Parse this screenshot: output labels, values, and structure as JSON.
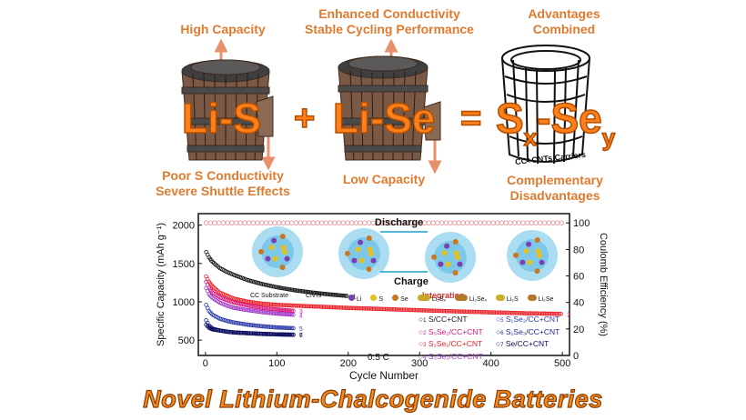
{
  "top_labels": {
    "high_capacity": "High Capacity",
    "enhanced_line1": "Enhanced Conductivity",
    "enhanced_line2": "Stable Cycling Performance",
    "advantages_line1": "Advantages",
    "advantages_line2": "Combined",
    "poor_line1": "Poor S Conductivity",
    "poor_line2": "Severe Shuttle Effects",
    "low_capacity": "Low Capacity",
    "complementary_line1": "Complementary",
    "complementary_line2": "Disadvantages"
  },
  "equation": {
    "term1": "Li-S",
    "plus": "+",
    "term2": "Li-Se",
    "equals": "=",
    "term3_base": "S",
    "term3_sub_x": "x",
    "term3_dash": "-Se",
    "term3_sub_y": "y",
    "carrier_label": "CC+CNTs Carriers"
  },
  "chart_data": {
    "type": "scatter",
    "xlabel": "Cycle Number",
    "ylabel_left": "Specific Capacity (mAh g⁻¹)",
    "ylabel_right": "Coulomb Efficiency (%)",
    "x_ticks": [
      "0",
      "100",
      "200",
      "300",
      "400",
      "500"
    ],
    "y_left_ticks": [
      "500",
      "1000",
      "1500",
      "2000"
    ],
    "y_right_ticks": [
      "0",
      "20",
      "40",
      "60",
      "80",
      "100"
    ],
    "xlim": [
      -10,
      510
    ],
    "ylim_left": [
      300,
      2150
    ],
    "ylim_right": [
      0,
      107
    ],
    "rate_label": "0.5 C",
    "discharge_label": "Discharge",
    "charge_label": "Charge",
    "integration_label": "Integration",
    "substrate_label": "CC Substrate",
    "cnts_label": "CNTs",
    "species_legend": [
      "Li",
      "S",
      "Se",
      "Li₂Sₓ",
      "Li₂Seₓ",
      "Li₂S",
      "Li₂Se"
    ],
    "series": [
      {
        "name": "S/CC+CNT",
        "marker": "1",
        "color": "#1a1a1a",
        "x": [
          1,
          5,
          10,
          20,
          30,
          40,
          60,
          80,
          100,
          125,
          150,
          175,
          200
        ],
        "y": [
          1650,
          1580,
          1520,
          1440,
          1390,
          1350,
          1280,
          1230,
          1190,
          1150,
          1120,
          1095,
          1075
        ]
      },
      {
        "name": "S₅Se₂/CC+CNT",
        "marker": "2",
        "color": "#e8232a",
        "x": [
          1,
          5,
          10,
          20,
          40,
          60,
          80,
          100,
          150,
          200,
          250,
          300,
          350,
          400,
          450,
          500
        ],
        "y": [
          1330,
          1260,
          1200,
          1120,
          1040,
          1000,
          975,
          960,
          940,
          920,
          905,
          890,
          875,
          862,
          850,
          842
        ]
      },
      {
        "name": "S₂Se₁/CC+CNT",
        "marker": "3",
        "color": "#d9187a",
        "x": [
          1,
          5,
          10,
          20,
          30,
          40,
          60,
          80,
          100,
          125
        ],
        "y": [
          1260,
          1180,
          1120,
          1060,
          1020,
          990,
          950,
          920,
          900,
          880
        ]
      },
      {
        "name": "S₃Se₂/CC+CNT",
        "marker": "4",
        "color": "#a23cc9",
        "x": [
          1,
          5,
          10,
          20,
          30,
          40,
          60,
          80,
          100,
          125
        ],
        "y": [
          1180,
          1100,
          1050,
          990,
          950,
          920,
          890,
          865,
          845,
          830
        ]
      },
      {
        "name": "S₁Se₂/CC+CNT",
        "marker": "5",
        "color": "#2c3ea8",
        "x": [
          1,
          5,
          10,
          20,
          30,
          40,
          60,
          80,
          100,
          125
        ],
        "y": [
          960,
          880,
          830,
          780,
          750,
          730,
          700,
          680,
          665,
          655
        ]
      },
      {
        "name": "S₁Se₃/CC+CNT",
        "marker": "6",
        "color": "#22288f",
        "x": [
          1,
          5,
          10,
          20,
          30,
          40,
          60,
          80,
          100,
          125
        ],
        "y": [
          760,
          690,
          650,
          625,
          610,
          600,
          590,
          580,
          575,
          570
        ]
      },
      {
        "name": "Se/CC+CNT",
        "marker": "7",
        "color": "#0b0b5a",
        "x": [
          1,
          5,
          10,
          20,
          30,
          40,
          60,
          80,
          100,
          125
        ],
        "y": [
          700,
          660,
          640,
          625,
          610,
          600,
          590,
          582,
          575,
          570
        ]
      }
    ],
    "coulomb_efficiency": {
      "x_start": 1,
      "x_end": 500,
      "value": 100
    }
  },
  "legend_left": [
    "S/CC+CNT",
    "S₅Se₂/CC+CNT",
    "S₂Se₁/CC+CNT",
    "S₃Se₂/CC+CNT"
  ],
  "legend_right": [
    "S₁Se₂/CC+CNT",
    "S₁Se₃/CC+CNT",
    "Se/CC+CNT"
  ],
  "legend_left_markers": [
    "1",
    "2",
    "3",
    "4"
  ],
  "legend_right_markers": [
    "5",
    "6",
    "7"
  ],
  "bottom_title": "Novel Lithium-Chalcogenide Batteries",
  "colors": {
    "title_orange": "#f58a1f",
    "label_orange": "#e07a2e",
    "barrel_wood": "#7a5a46"
  }
}
